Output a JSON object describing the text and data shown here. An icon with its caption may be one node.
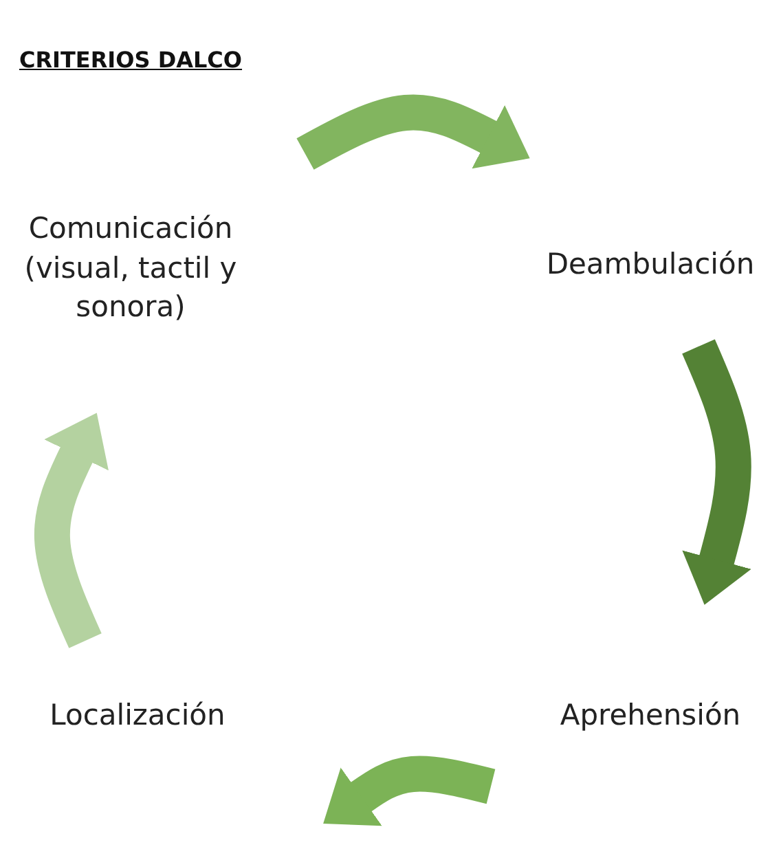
{
  "diagram": {
    "title": "CRITERIOS DALCO",
    "nodes": [
      {
        "text": [
          "Comunicación (visual, tactil y sonora)"
        ]
      },
      {
        "text": [
          "Deambulación"
        ]
      },
      {
        "text": [
          "Aprehensión"
        ]
      },
      {
        "text": [
          "Localización"
        ]
      }
    ],
    "edges": [
      {
        "from": 0,
        "to": 1,
        "arrow": "to",
        "color": "#82b55f"
      },
      {
        "from": 1,
        "to": 2,
        "arrow": "to",
        "color": "#548235"
      },
      {
        "from": 2,
        "to": 3,
        "arrow": "to",
        "color": "#7cb356"
      },
      {
        "from": 3,
        "to": 0,
        "arrow": "to",
        "color": "#b4d2a0"
      }
    ]
  }
}
